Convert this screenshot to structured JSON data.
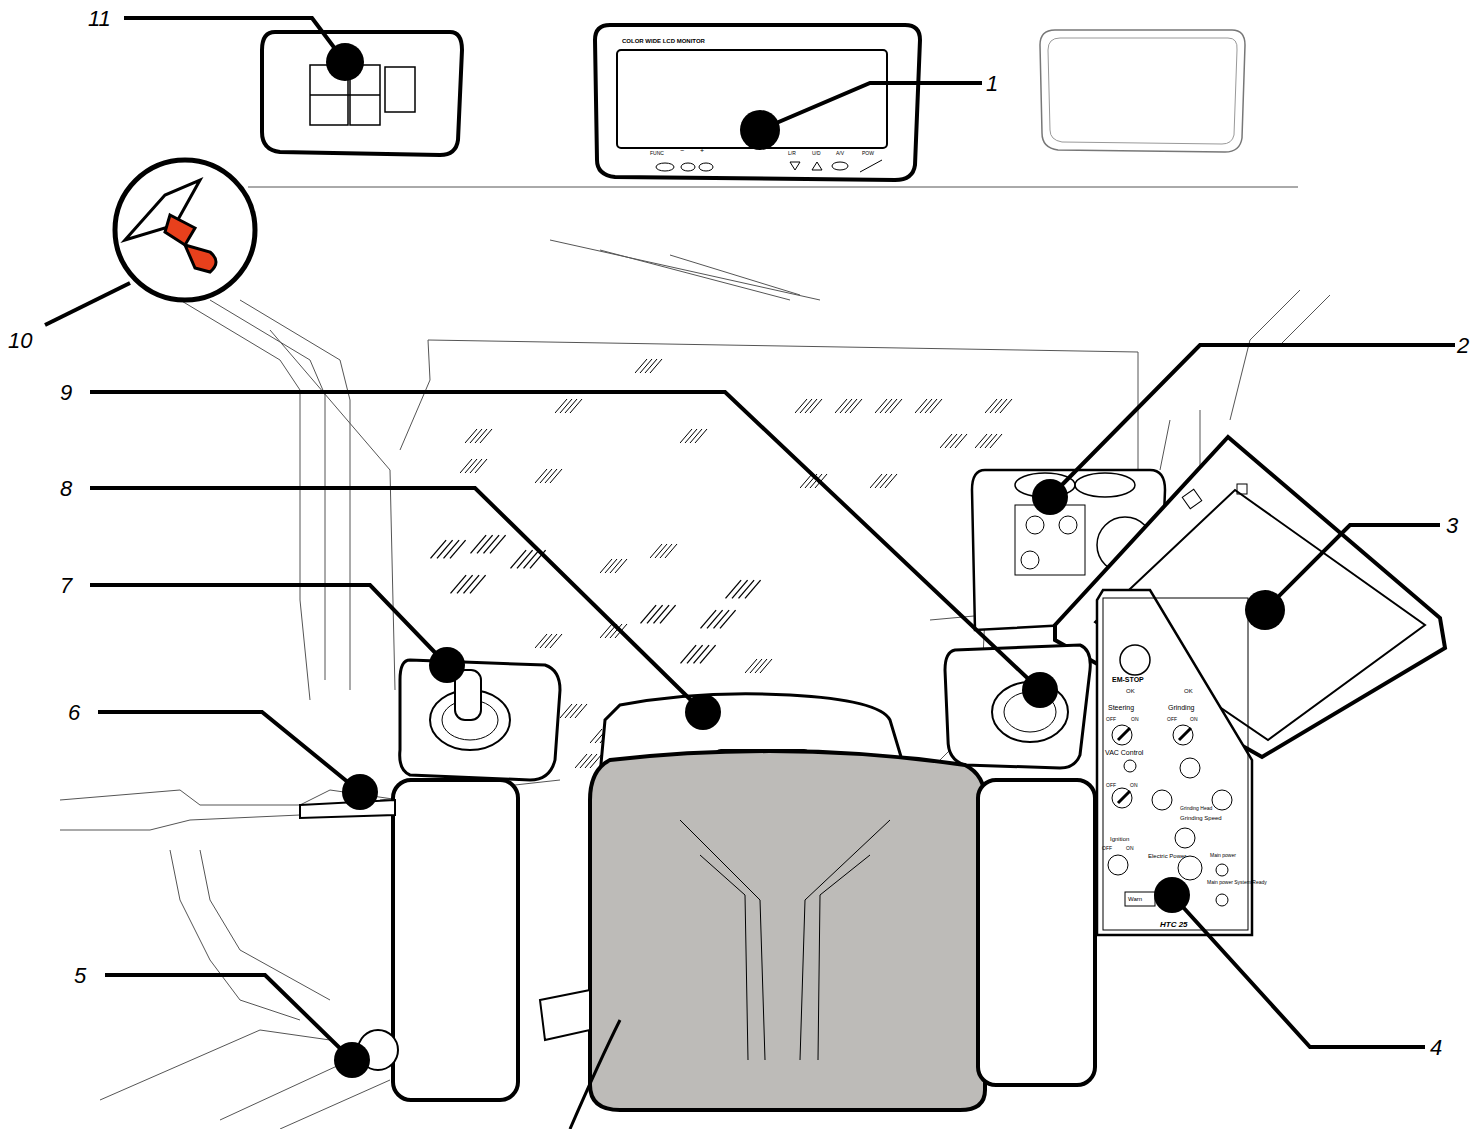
{
  "diagram": {
    "labels": [
      "11",
      "1",
      "10",
      "2",
      "9",
      "3",
      "8",
      "7",
      "6",
      "5",
      "4",
      "COLOR WIDE LCD MONITOR",
      "FUNC",
      "−",
      "+",
      "L/R",
      "U/D",
      "A/V",
      "POW",
      "EM-STOP",
      "OK",
      "OK",
      "Steering",
      "Grinding",
      "OFF",
      "ON",
      "OFF",
      "ON",
      "VAC Control",
      "OFF",
      "ON",
      "Grinding Head",
      "Grinding Speed",
      "Ignition",
      "OFF",
      "ON",
      "Electric Power",
      "Main power",
      "Main power System Ready",
      "Warn",
      "HTC 25"
    ]
  }
}
